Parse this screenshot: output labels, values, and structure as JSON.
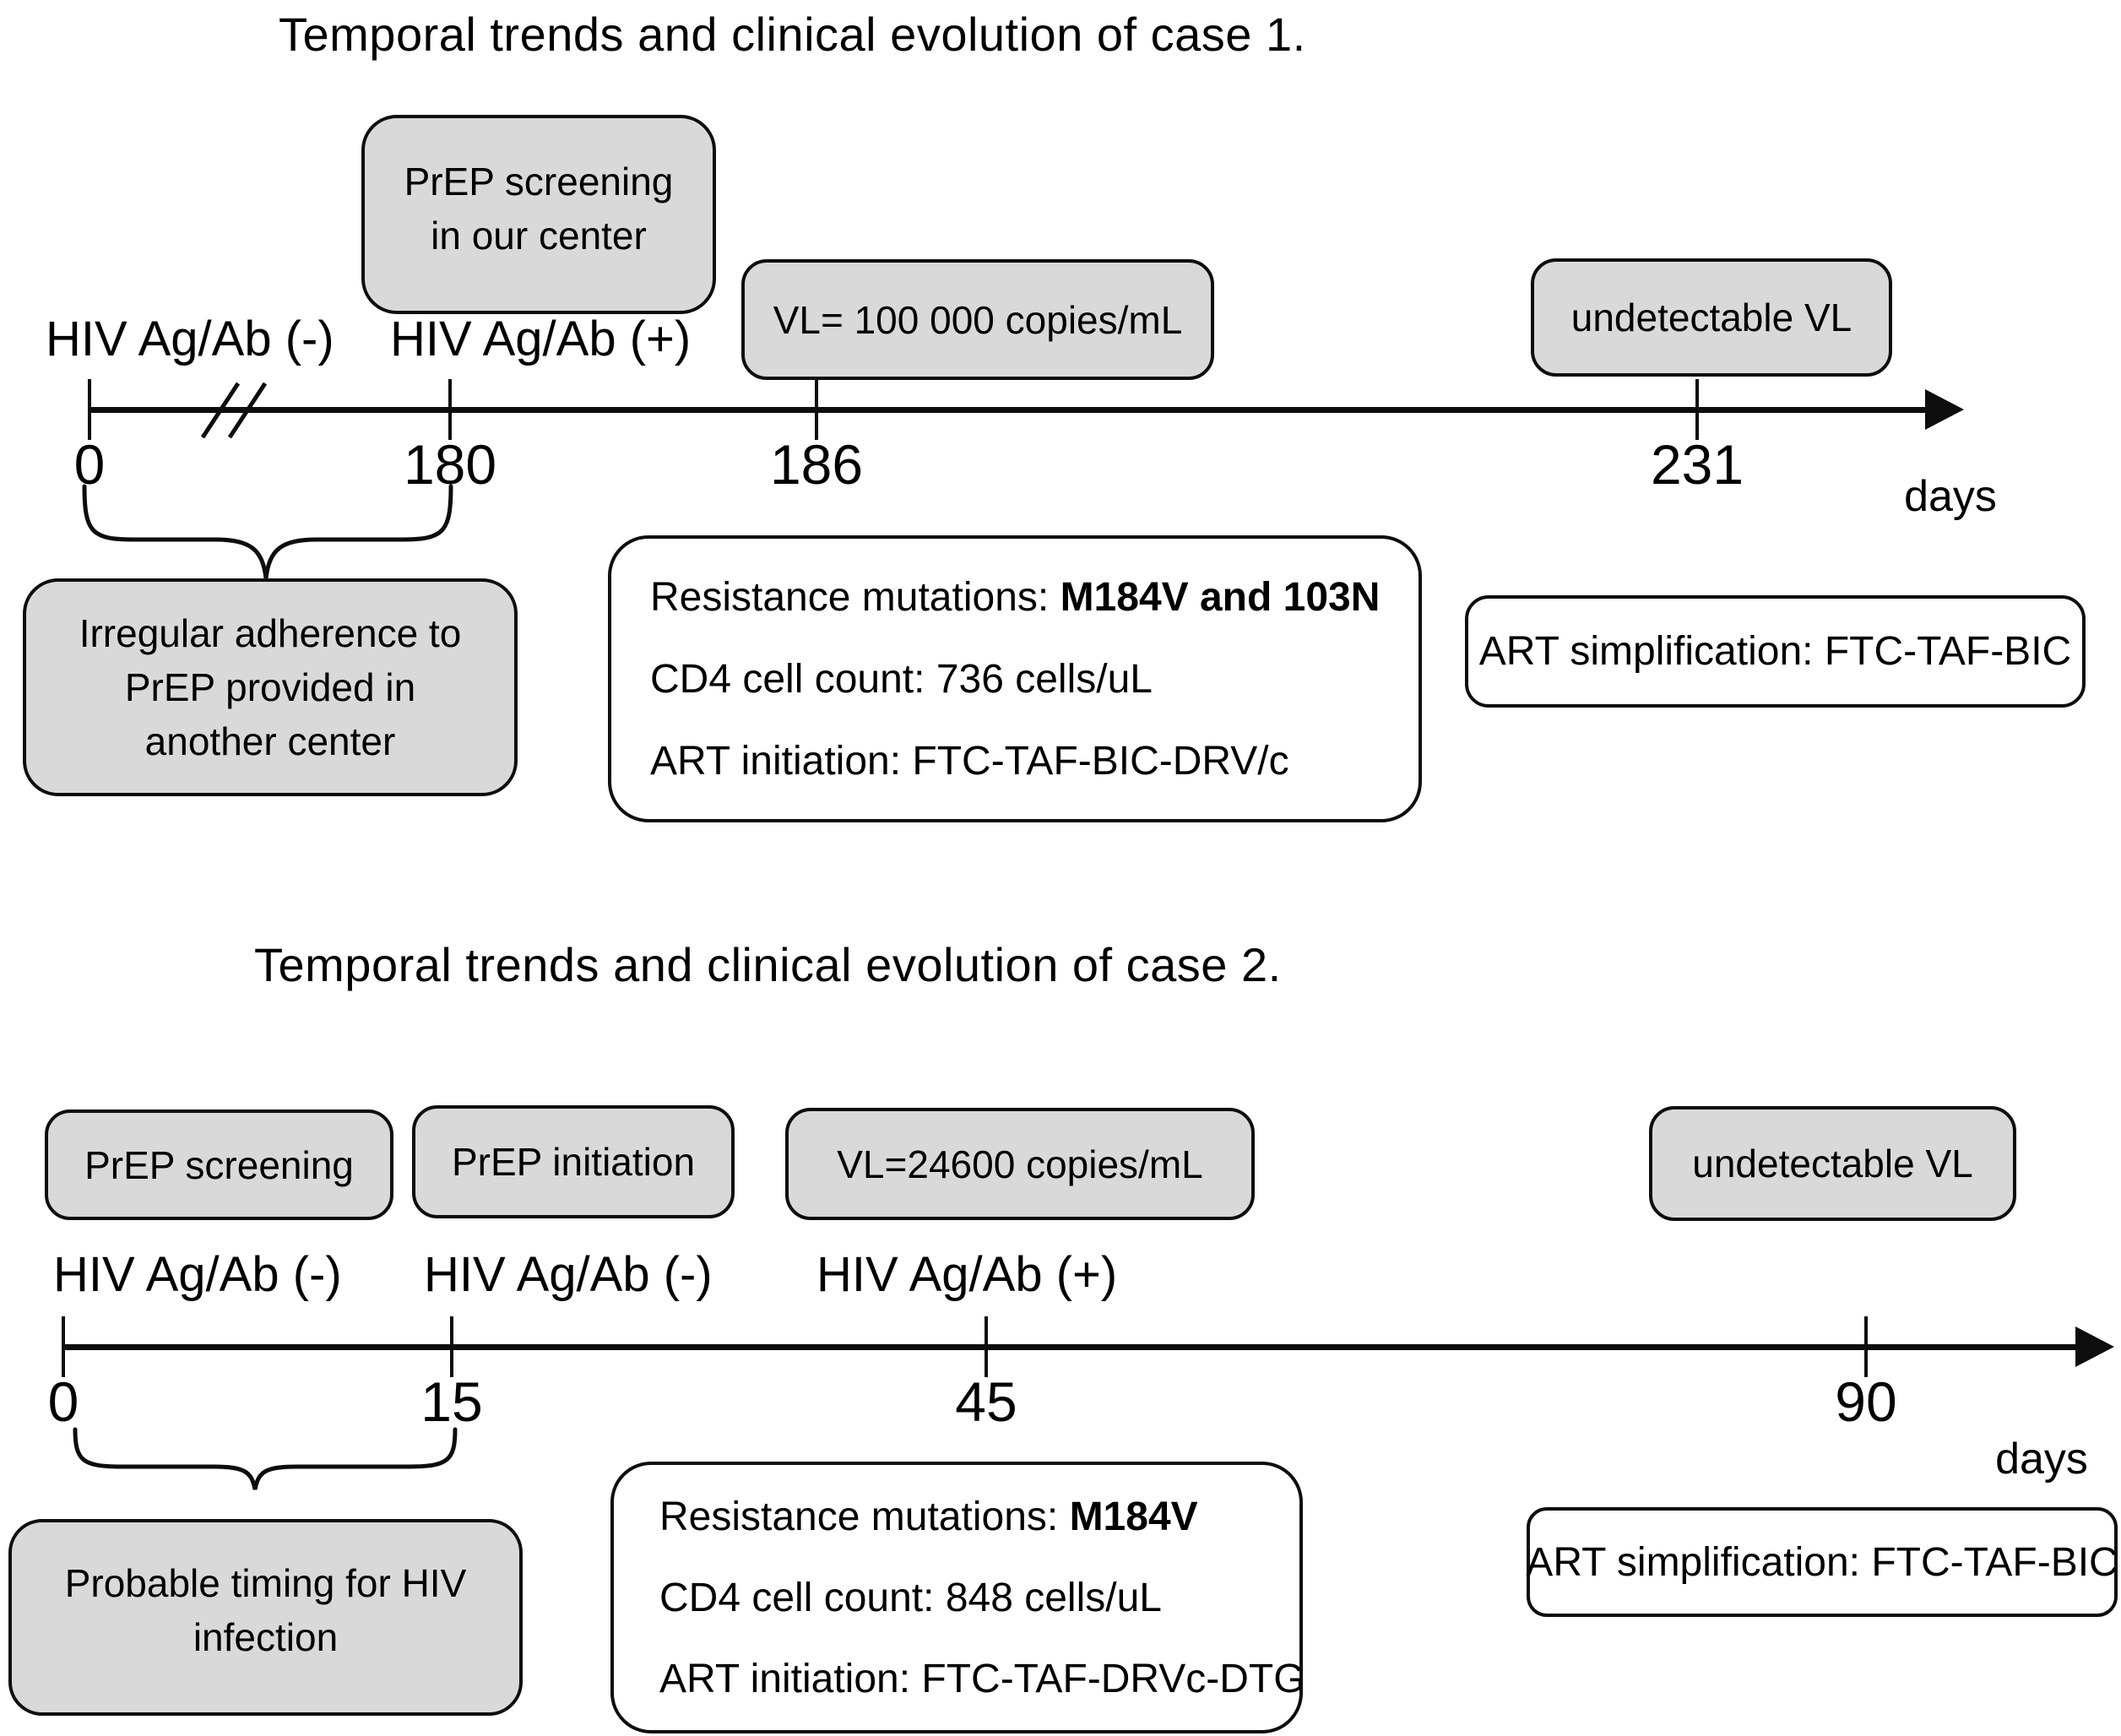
{
  "colors": {
    "box_fill": "#d9d9d9",
    "border": "#0d0d0d",
    "text": "#000000"
  },
  "case1": {
    "title": "Temporal trends and clinical evolution of case 1.",
    "prep_box": {
      "line1": "PrEP screening",
      "line2": "in our center"
    },
    "hiv_neg": "HIV Ag/Ab (-)",
    "hiv_pos": "HIV Ag/Ab (+)",
    "vl_box": "VL= 100 000 copies/mL",
    "undetectable_box": "undetectable VL",
    "ticks": {
      "t0": "0",
      "t1": "180",
      "t2": "186",
      "t3": "231"
    },
    "unit": "days",
    "brace_box": {
      "line1": "Irregular adherence to",
      "line2": "PrEP provided in",
      "line3": "another center"
    },
    "resistance_box": {
      "label": "Resistance mutations: ",
      "mutations": "M184V and 103N",
      "cd4": "CD4 cell count: 736 cells/uL",
      "art": "ART initiation: FTC-TAF-BIC-DRV/c"
    },
    "simplification_box": "ART simplification: FTC-TAF-BIC"
  },
  "case2": {
    "title": "Temporal trends and clinical evolution of case 2.",
    "prep_screening_box": "PrEP screening",
    "prep_initiation_box": "PrEP initiation",
    "vl_box": "VL=24600 copies/mL",
    "undetectable_box": "undetectable VL",
    "hiv_neg1": "HIV Ag/Ab (-)",
    "hiv_neg2": "HIV Ag/Ab (-)",
    "hiv_pos": "HIV Ag/Ab (+)",
    "ticks": {
      "t0": "0",
      "t1": "15",
      "t2": "45",
      "t3": "90"
    },
    "unit": "days",
    "brace_box": {
      "line1": "Probable timing for HIV",
      "line2": "infection"
    },
    "resistance_box": {
      "label": "Resistance mutations: ",
      "mutations": "M184V",
      "cd4": "CD4 cell count: 848 cells/uL",
      "art": "ART initiation: FTC-TAF-DRVc-DTG"
    },
    "simplification_box": "ART simplification: FTC-TAF-BIC"
  }
}
